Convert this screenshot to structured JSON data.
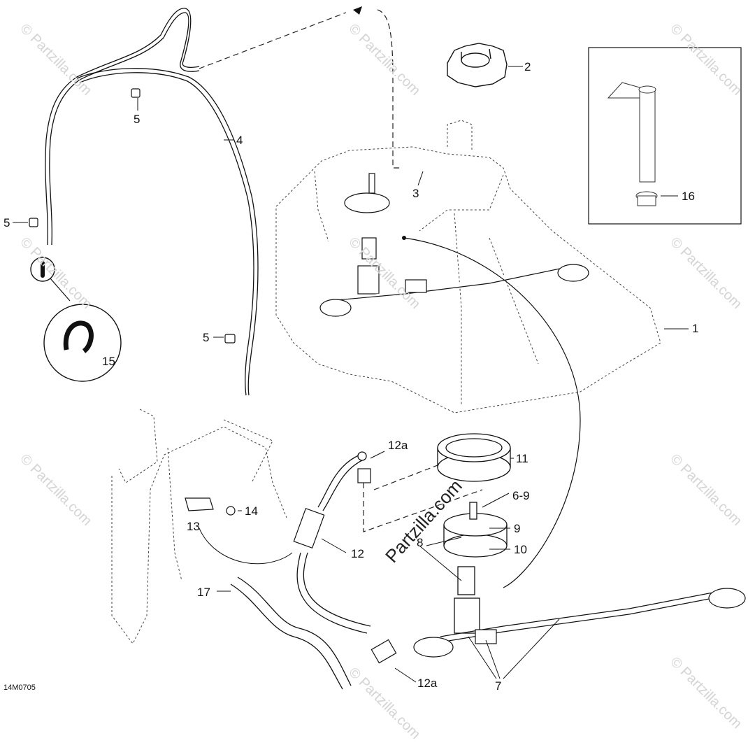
{
  "diagram": {
    "code": "14M0705",
    "watermark": "© Partzilla.com",
    "watermark_center": "Partzilla.com",
    "labels": {
      "l1": "1",
      "l2": "2",
      "l3": "3",
      "l4": "4",
      "l5a": "5",
      "l5b": "5",
      "l5c": "5",
      "l6_9": "6-9",
      "l7": "7",
      "l8": "8",
      "l9": "9",
      "l10": "10",
      "l11": "11",
      "l12": "12",
      "l12a_top": "12a",
      "l12a_bottom": "12a",
      "l13": "13",
      "l14": "14",
      "l15": "15",
      "l16": "16",
      "l17": "17"
    }
  }
}
